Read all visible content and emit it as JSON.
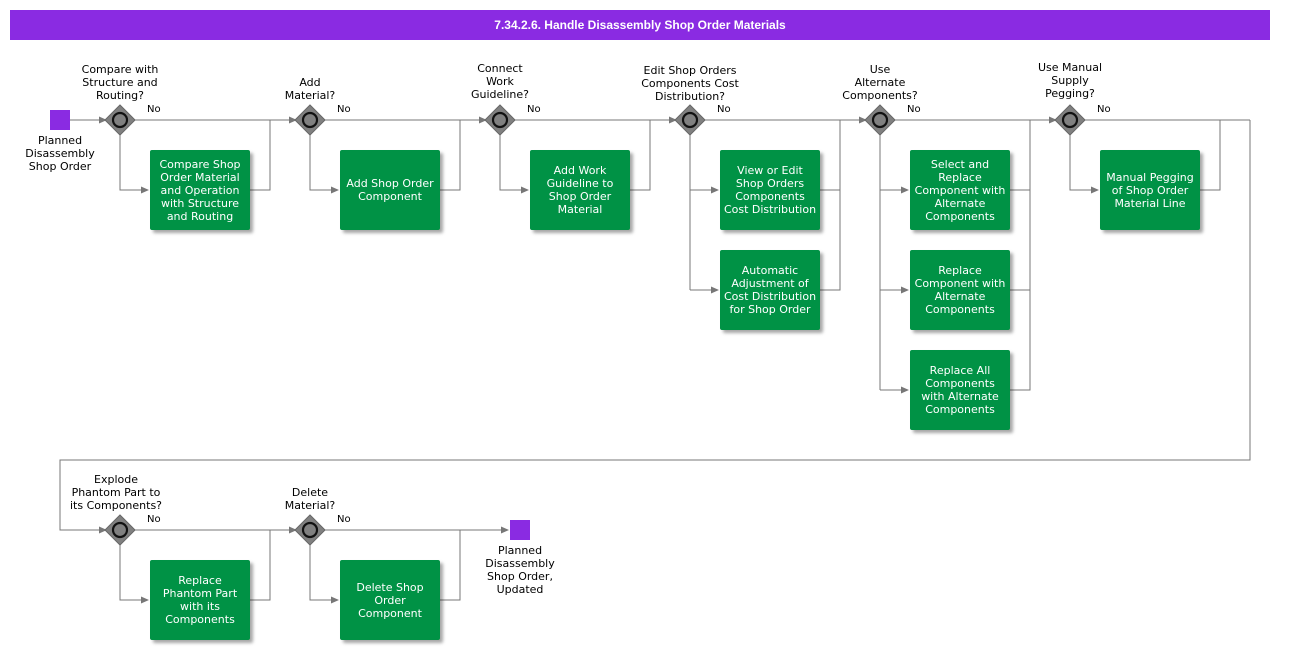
{
  "title": "7.34.2.6. Handle Disassembly Shop Order Materials",
  "colors": {
    "title_bg": "#8a2be2",
    "task": "#009245",
    "event": "#8a2be2",
    "gateway": "#808080",
    "connector": "#777777"
  },
  "start_event": {
    "label": "Planned\nDisassembly\nShop Order"
  },
  "end_event": {
    "label": "Planned\nDisassembly\nShop Order,\nUpdated"
  },
  "no_label": "No",
  "gateways": [
    {
      "label": "Compare with\nStructure and\nRouting?"
    },
    {
      "label": "Add\nMaterial?"
    },
    {
      "label": "Connect\nWork\nGuideline?"
    },
    {
      "label": "Edit Shop Orders\nComponents Cost\nDistribution?"
    },
    {
      "label": "Use\nAlternate\nComponents?"
    },
    {
      "label": "Use Manual\nSupply\nPegging?"
    },
    {
      "label": "Explode\nPhantom Part to\nits Components?"
    },
    {
      "label": "Delete\nMaterial?"
    }
  ],
  "tasks": [
    {
      "label": "Compare Shop Order Material and Operation with Structure and Routing"
    },
    {
      "label": "Add Shop Order Component"
    },
    {
      "label": "Add Work Guideline to Shop Order Material"
    },
    {
      "label": "View or Edit Shop Orders Components Cost Distribution"
    },
    {
      "label": "Automatic Adjustment of Cost Distribution for Shop Order"
    },
    {
      "label": "Select and Replace Component with Alternate Components"
    },
    {
      "label": "Replace Component with Alternate Components"
    },
    {
      "label": "Replace All Components with Alternate Components"
    },
    {
      "label": "Manual Pegging of Shop Order Material Line"
    },
    {
      "label": "Replace Phantom Part with its Components"
    },
    {
      "label": "Delete Shop Order Component"
    }
  ]
}
